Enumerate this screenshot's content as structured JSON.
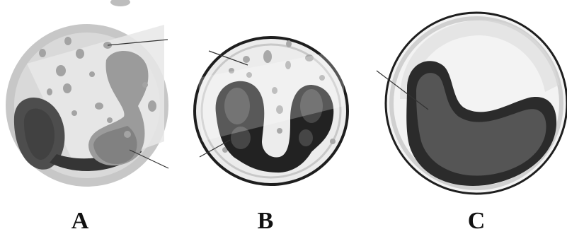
{
  "cells": [
    {
      "letter": "A"
    },
    {
      "letter": "B"
    },
    {
      "letter": "C"
    }
  ],
  "colors": {
    "background": "#ffffff",
    "cytoplasm_light": "#e3e3e3",
    "cytoplasm_mid": "#c4c4c4",
    "granule": "#9c9c9c",
    "nucleus_dark": "#2a2a2a",
    "nucleus_mid": "#555555",
    "outline": "#222222"
  }
}
